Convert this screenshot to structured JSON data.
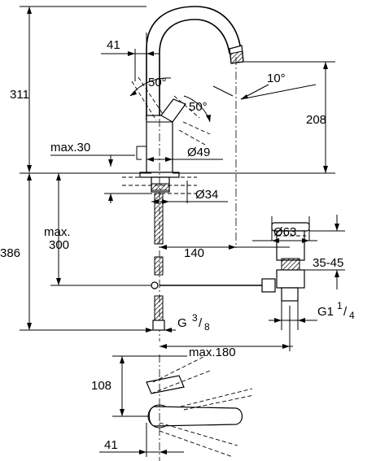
{
  "diagram": {
    "dim_41_top": "41",
    "dim_angle_50_left": "50°",
    "dim_angle_50_right": "50°",
    "dim_angle_10": "10°",
    "dim_311": "311",
    "dim_208": "208",
    "dim_max30": "max.30",
    "dim_dia49": "Ø49",
    "dim_dia34": "Ø34",
    "dim_dia63": "Ø63",
    "dim_386": "386",
    "dim_max300_line1": "max.",
    "dim_max300_line2": "300",
    "dim_140": "140",
    "dim_35_45": "35-45",
    "dim_g38_base": "G 3",
    "dim_g38_sup": "3",
    "dim_g38_slash": "/",
    "dim_g38_sub": "8",
    "dim_g114_base": "G1 1",
    "dim_g114_sup": "1",
    "dim_g114_slash": "/",
    "dim_g114_sub": "4",
    "dim_max180": "max.180",
    "dim_108": "108",
    "dim_41_bottom": "41"
  }
}
